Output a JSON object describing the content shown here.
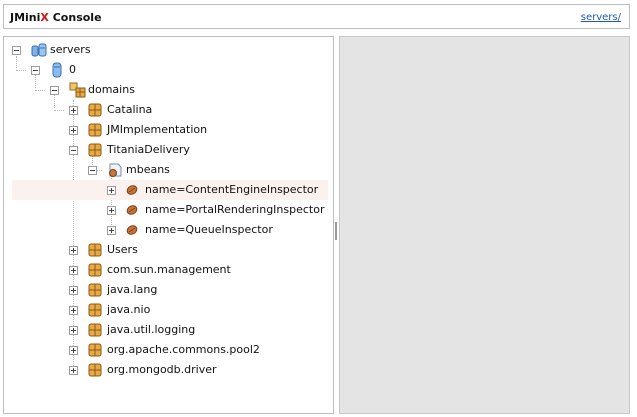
{
  "header": {
    "title_prefix": "JMini",
    "title_x": "X",
    "title_suffix": " Console",
    "link": "servers/"
  },
  "tree": {
    "root": "servers",
    "server": "0",
    "domains": "domains",
    "catalina": "Catalina",
    "jmimpl": "JMImplementation",
    "titania": "TitaniaDelivery",
    "mbeans": "mbeans",
    "mbean1": "name=ContentEngineInspector",
    "mbean2": "name=PortalRenderingInspector",
    "mbean3": "name=QueueInspector",
    "users": "Users",
    "sunmgmt": "com.sun.management",
    "javalang": "java.lang",
    "javanio": "java.nio",
    "javalogging": "java.util.logging",
    "commonspool": "org.apache.commons.pool2",
    "mongodb": "org.mongodb.driver"
  },
  "colors": {
    "accent_x": "#dd1111",
    "link": "#2256b8",
    "highlight_row": "#fbf1ee",
    "detail_bg": "#e4e4e4"
  }
}
